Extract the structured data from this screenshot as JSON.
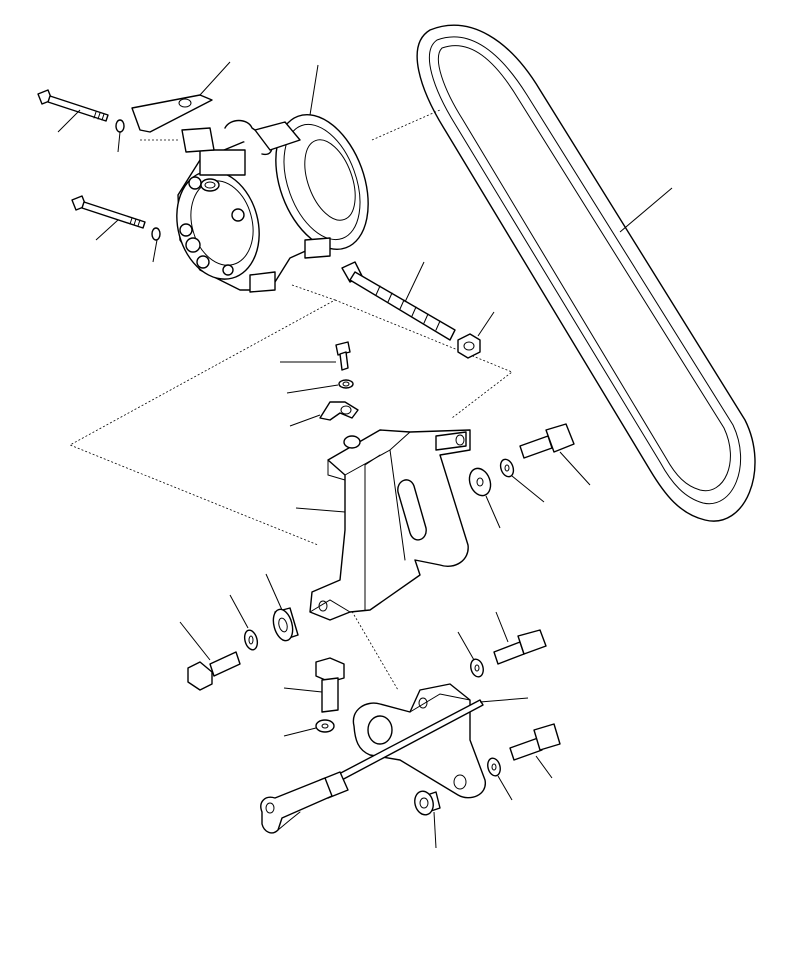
{
  "figure": {
    "type": "exploded parts diagram",
    "line_color": "#000000",
    "background_color": "#ffffff"
  },
  "parts": [
    {
      "name": "compressor",
      "icon": "compressor-icon"
    },
    {
      "name": "drive-belt",
      "icon": "belt-icon"
    },
    {
      "name": "long-bolt-upper",
      "icon": "bolt-icon"
    },
    {
      "name": "long-bolt-lower",
      "icon": "bolt-icon"
    },
    {
      "name": "washer-upper",
      "icon": "washer-icon"
    },
    {
      "name": "washer-lower",
      "icon": "washer-icon"
    },
    {
      "name": "clip-plate",
      "icon": "clip-icon"
    },
    {
      "name": "compressor-pulley",
      "icon": "pulley-icon"
    },
    {
      "name": "pivot-bolt",
      "icon": "bolt-icon"
    },
    {
      "name": "pivot-nut",
      "icon": "nut-icon"
    },
    {
      "name": "clip-bolt",
      "icon": "bolt-icon"
    },
    {
      "name": "clip-washer",
      "icon": "washer-icon"
    },
    {
      "name": "hose-clip",
      "icon": "clip-icon"
    },
    {
      "name": "mounting-bracket",
      "icon": "bracket-icon"
    },
    {
      "name": "bracket-bolt",
      "icon": "bolt-icon"
    },
    {
      "name": "bracket-washer",
      "icon": "washer-icon"
    },
    {
      "name": "bracket-spacer-washer",
      "icon": "washer-icon"
    },
    {
      "name": "spacer-collar",
      "icon": "collar-icon"
    },
    {
      "name": "lower-bolt-left",
      "icon": "bolt-icon"
    },
    {
      "name": "lower-washer-left",
      "icon": "washer-icon"
    },
    {
      "name": "vertical-bolt",
      "icon": "bolt-icon"
    },
    {
      "name": "vertical-washer",
      "icon": "washer-icon"
    },
    {
      "name": "adjuster-plate",
      "icon": "plate-icon"
    },
    {
      "name": "adjuster-rod",
      "icon": "rod-icon"
    },
    {
      "name": "adjuster-bolt-upper",
      "icon": "bolt-icon"
    },
    {
      "name": "adjuster-washer-upper",
      "icon": "washer-icon"
    },
    {
      "name": "adjuster-bolt-lower",
      "icon": "bolt-icon"
    },
    {
      "name": "adjuster-washer-lower",
      "icon": "washer-icon"
    },
    {
      "name": "adjuster-collar",
      "icon": "collar-icon"
    }
  ]
}
